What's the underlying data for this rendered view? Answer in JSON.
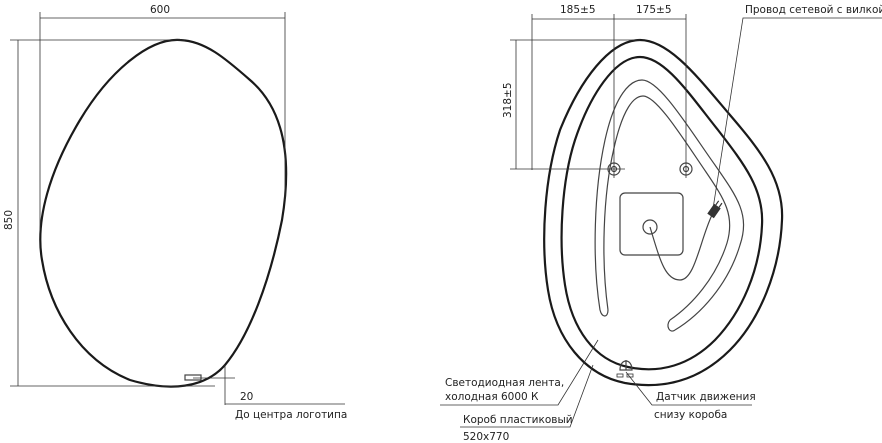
{
  "front_view": {
    "width_dim": "600",
    "height_dim": "850",
    "logo_offset_dim": "20",
    "logo_note": "До центра логотипа"
  },
  "back_view": {
    "dim_left": "185±5",
    "dim_right": "175±5",
    "dim_vertical": "318±5",
    "cable_note": "Провод сетевой с вилкой",
    "led_note_line1": "Светодиодная лента,",
    "led_note_line2": "холодная 6000 К",
    "box_note": "Короб пластиковый",
    "box_size": "520x770",
    "sensor_note_line1": "Датчик движения",
    "sensor_note_line2": "снизу короба"
  }
}
